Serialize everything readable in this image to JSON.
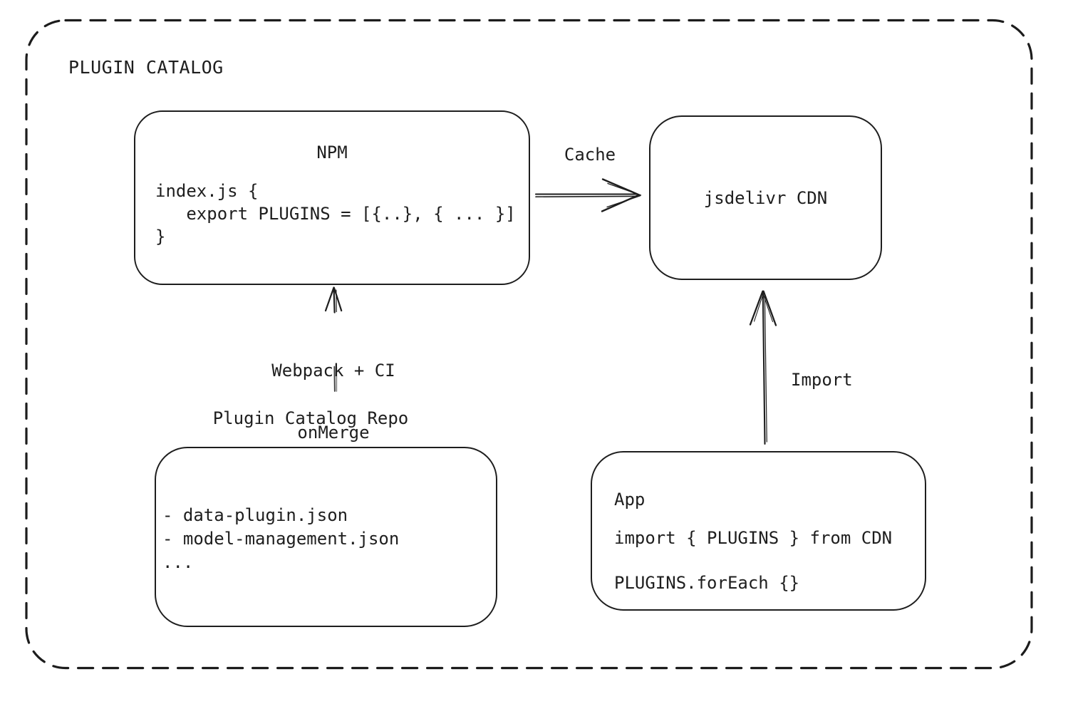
{
  "diagram": {
    "title": "PLUGIN CATALOG"
  },
  "nodes": {
    "npm": {
      "title": "NPM",
      "code": "index.js {\n   export PLUGINS = [{..}, { ... }]\n}"
    },
    "cdn": {
      "label": "jsdelivr CDN"
    },
    "repo": {
      "title": "Plugin Catalog Repo",
      "files": "- data-plugin.json\n- model-management.json\n..."
    },
    "app": {
      "title": "App",
      "import_line": "import { PLUGINS } from CDN",
      "foreach_line": "PLUGINS.forEach {}"
    }
  },
  "edges": {
    "cache": {
      "label": "Cache",
      "from": "NPM",
      "to": "jsdelivr CDN"
    },
    "build": {
      "line1": "Webpack + CI",
      "line2": "onMerge",
      "from": "Plugin Catalog Repo",
      "to": "NPM"
    },
    "import": {
      "label": "Import",
      "from": "App",
      "to": "jsdelivr CDN"
    }
  },
  "colors": {
    "stroke": "#1e1e1e",
    "background": "#ffffff",
    "muted_connector": "#6b6b6b"
  }
}
